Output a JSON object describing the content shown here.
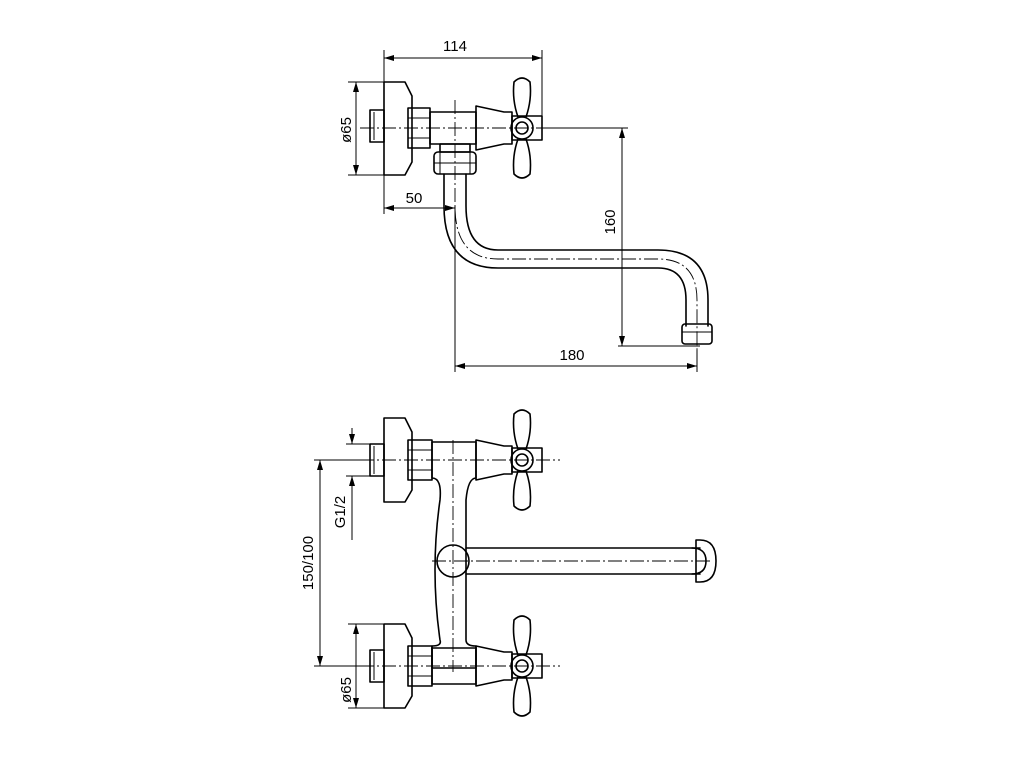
{
  "dimensions": {
    "top_width": "114",
    "top_flange_diameter": "ø65",
    "wall_offset": "50",
    "spout_height": "160",
    "spout_reach": "180",
    "thread": "G1/2",
    "centre_distance": "150/100",
    "bottom_flange_diameter": "ø65"
  }
}
